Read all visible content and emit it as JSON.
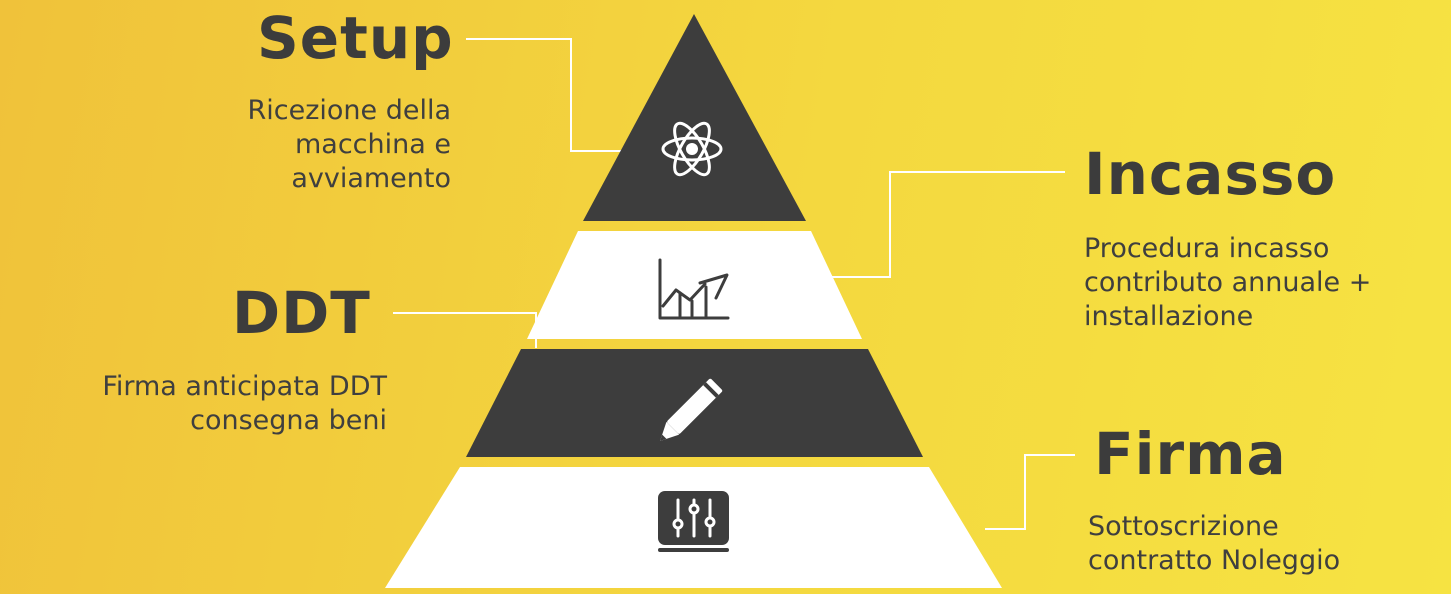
{
  "steps": {
    "setup": {
      "title": "Setup",
      "lines": [
        "Ricezione della",
        "macchina e",
        "avviamento"
      ],
      "icon": "atom-icon"
    },
    "incasso": {
      "title": "Incasso",
      "lines": [
        "Procedura incasso",
        "contributo annuale +",
        "installazione"
      ],
      "icon": "chart-growth-icon"
    },
    "ddt": {
      "title": "DDT",
      "lines": [
        "Firma anticipata DDT",
        "consegna beni"
      ],
      "icon": "pencil-icon"
    },
    "firma": {
      "title": "Firma",
      "lines": [
        "Sottoscrizione",
        "contratto Noleggio"
      ],
      "icon": "sliders-icon"
    }
  },
  "colors": {
    "background_left": "#f0c23a",
    "background_right": "#f6e342",
    "dark_tier": "#3d3d3d",
    "light_tier": "#ffffff",
    "text": "#3c3c3c"
  }
}
